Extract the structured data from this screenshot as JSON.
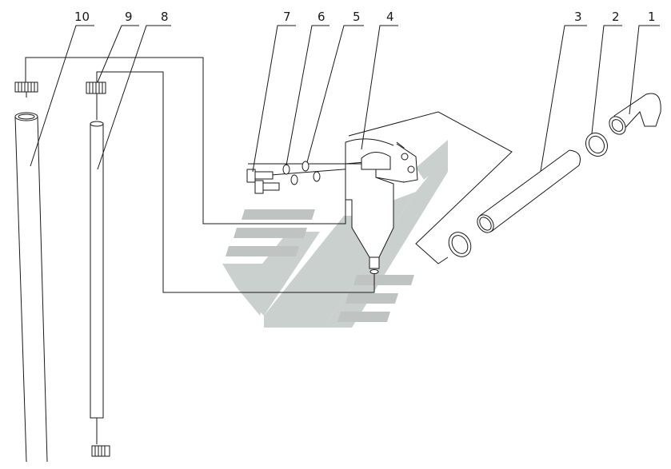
{
  "diagram": {
    "type": "exploded-parts-diagram",
    "callouts": [
      {
        "id": "1",
        "label": "1"
      },
      {
        "id": "2",
        "label": "2"
      },
      {
        "id": "3",
        "label": "3"
      },
      {
        "id": "4",
        "label": "4"
      },
      {
        "id": "5",
        "label": "5"
      },
      {
        "id": "6",
        "label": "6"
      },
      {
        "id": "7",
        "label": "7"
      },
      {
        "id": "8",
        "label": "8"
      },
      {
        "id": "9",
        "label": "9"
      },
      {
        "id": "10",
        "label": "10"
      }
    ],
    "colors": {
      "line": "#1a1a1a",
      "watermark_light": "#c9d0cd",
      "watermark_dark": "#bfc3c2"
    }
  }
}
